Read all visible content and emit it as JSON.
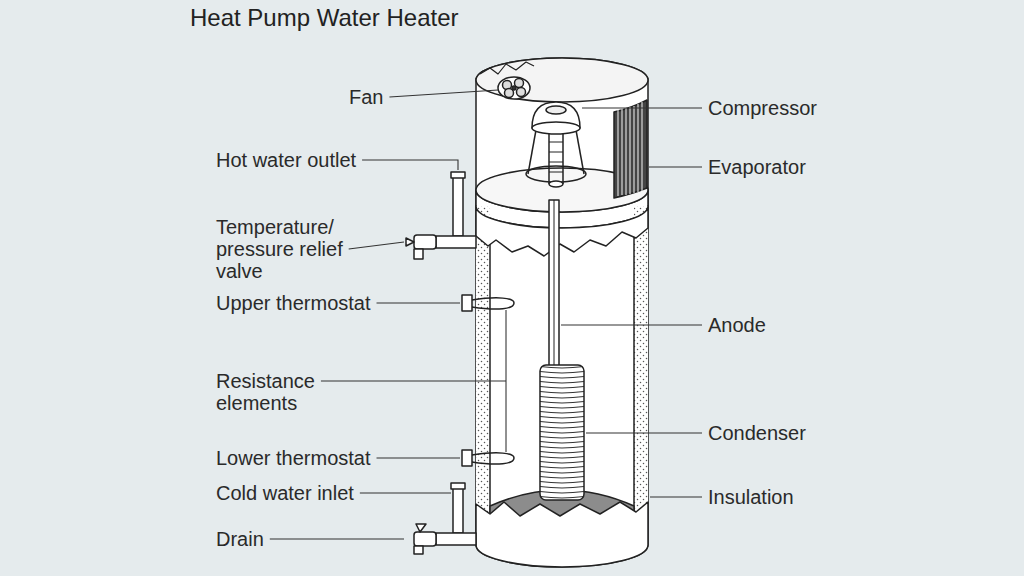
{
  "diagram": {
    "title": "Heat Pump Water Heater",
    "labels": [
      "Fan",
      "Hot water outlet",
      "Temperature/ pressure relief valve",
      "Upper thermostat",
      "Resistance elements",
      "Lower thermostat",
      "Cold water inlet",
      "Drain",
      "Compressor",
      "Evaporator",
      "Anode",
      "Condenser",
      "Insulation"
    ]
  }
}
